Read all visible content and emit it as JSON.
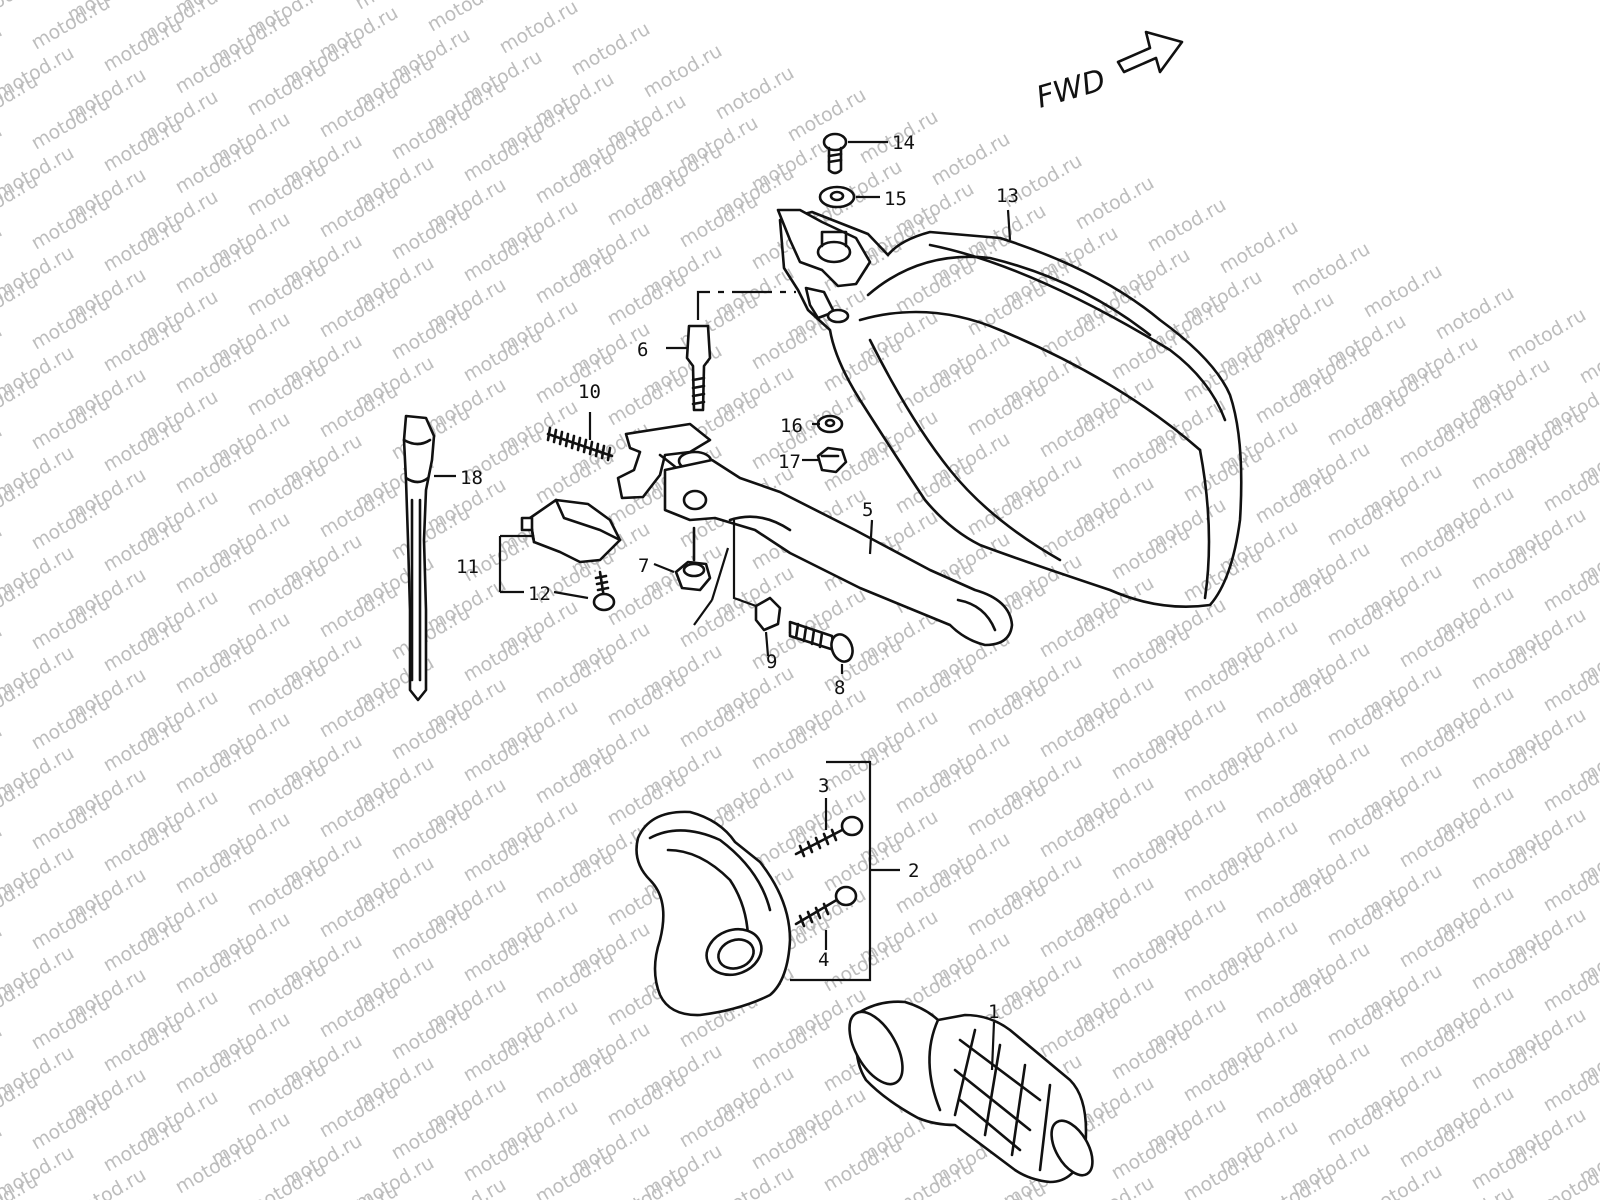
{
  "watermark": "motod.ru",
  "direction_label": "FWD",
  "callouts": [
    {
      "id": "1",
      "text": "1"
    },
    {
      "id": "2",
      "text": "2"
    },
    {
      "id": "3",
      "text": "3"
    },
    {
      "id": "4",
      "text": "4"
    },
    {
      "id": "5",
      "text": "5"
    },
    {
      "id": "6",
      "text": "6"
    },
    {
      "id": "7",
      "text": "7"
    },
    {
      "id": "8",
      "text": "8"
    },
    {
      "id": "9",
      "text": "9"
    },
    {
      "id": "10",
      "text": "10"
    },
    {
      "id": "11",
      "text": "11"
    },
    {
      "id": "12",
      "text": "12"
    },
    {
      "id": "13",
      "text": "13"
    },
    {
      "id": "14",
      "text": "14"
    },
    {
      "id": "15",
      "text": "15"
    },
    {
      "id": "16",
      "text": "16"
    },
    {
      "id": "17",
      "text": "17"
    },
    {
      "id": "18",
      "text": "18"
    }
  ],
  "colors": {
    "line": "#111111",
    "watermark": "#bdbdbd",
    "background": "#ffffff"
  }
}
